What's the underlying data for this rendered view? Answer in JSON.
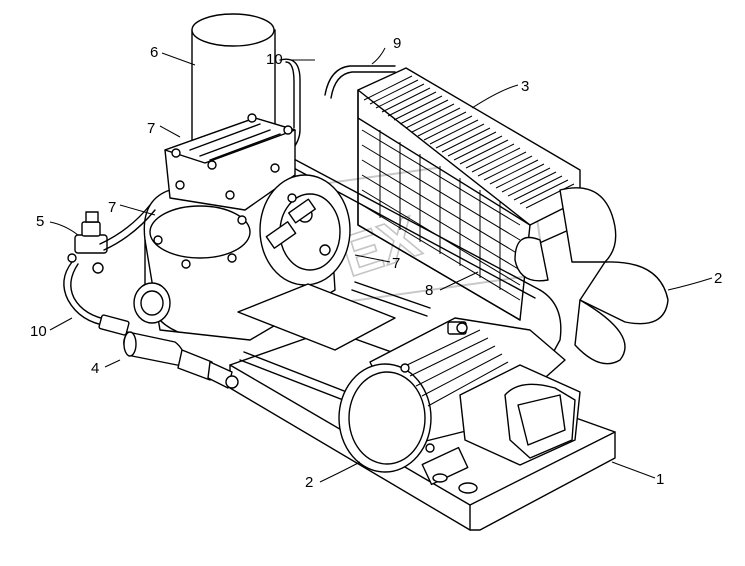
{
  "callouts": {
    "c1": "1",
    "c2a": "2",
    "c2b": "2",
    "c3": "3",
    "c4": "4",
    "c5": "5",
    "c6": "6",
    "c7a": "7",
    "c7b": "7",
    "c7c": "7",
    "c8": "8",
    "c9": "9",
    "c10a": "10",
    "c10b": "10"
  }
}
